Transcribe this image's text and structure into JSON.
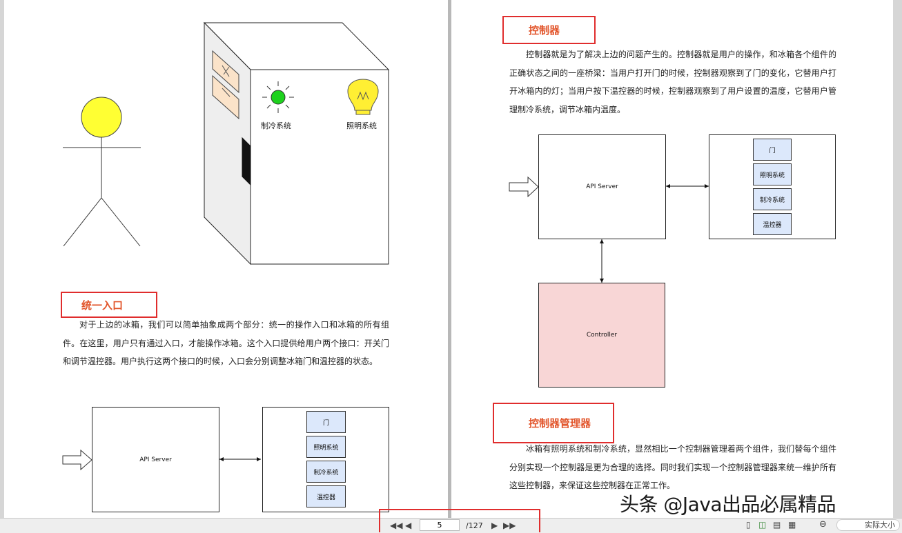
{
  "left_page": {
    "fridge": {
      "cooling_label": "制冷系统",
      "lighting_label": "照明系统"
    },
    "section1": {
      "heading": "统一入口",
      "paragraph": "对于上边的冰箱，我们可以简单抽象成两个部分：统一的操作入口和冰箱的所有组件。在这里，用户只有通过入口，才能操作冰箱。这个入口提供给用户两个接口：开关门和调节温控器。用户执行这两个接口的时候，入口会分别调整冰箱门和温控器的状态。"
    },
    "diagram": {
      "api_server": "API Server",
      "components": [
        "门",
        "照明系统",
        "制冷系统",
        "温控器"
      ]
    }
  },
  "right_page": {
    "section1": {
      "heading": "控制器",
      "paragraph": "控制器就是为了解决上边的问题产生的。控制器就是用户的操作，和冰箱各个组件的正确状态之间的一座桥梁：当用户打开门的时候，控制器观察到了门的变化，它替用户打开冰箱内的灯；当用户按下温控器的时候，控制器观察到了用户设置的温度，它替用户管理制冷系统，调节冰箱内温度。"
    },
    "diagram": {
      "api_server": "API Server",
      "controller": "Controller",
      "components": [
        "门",
        "照明系统",
        "制冷系统",
        "温控器"
      ]
    },
    "section2": {
      "heading": "控制器管理器",
      "paragraph": "冰箱有照明系统和制冷系统，显然相比一个控制器管理着两个组件，我们替每个组件分别实现一个控制器是更为合理的选择。同时我们实现一个控制器管理器来统一维护所有这些控制器，来保证这些控制器在正常工作。"
    }
  },
  "toolbar": {
    "current_page": "5",
    "total_pages": "/127",
    "actual_size_label": "实际大小"
  },
  "watermark": "头条 @Java出品必属精品",
  "colors": {
    "heading_text": "#e2552b",
    "heading_border": "#e02d2d",
    "controller_fill": "#f8d6d6",
    "component_fill": "#dce8fb",
    "head_fill": "#ffff33",
    "cooling_light": "#1ed21e"
  }
}
